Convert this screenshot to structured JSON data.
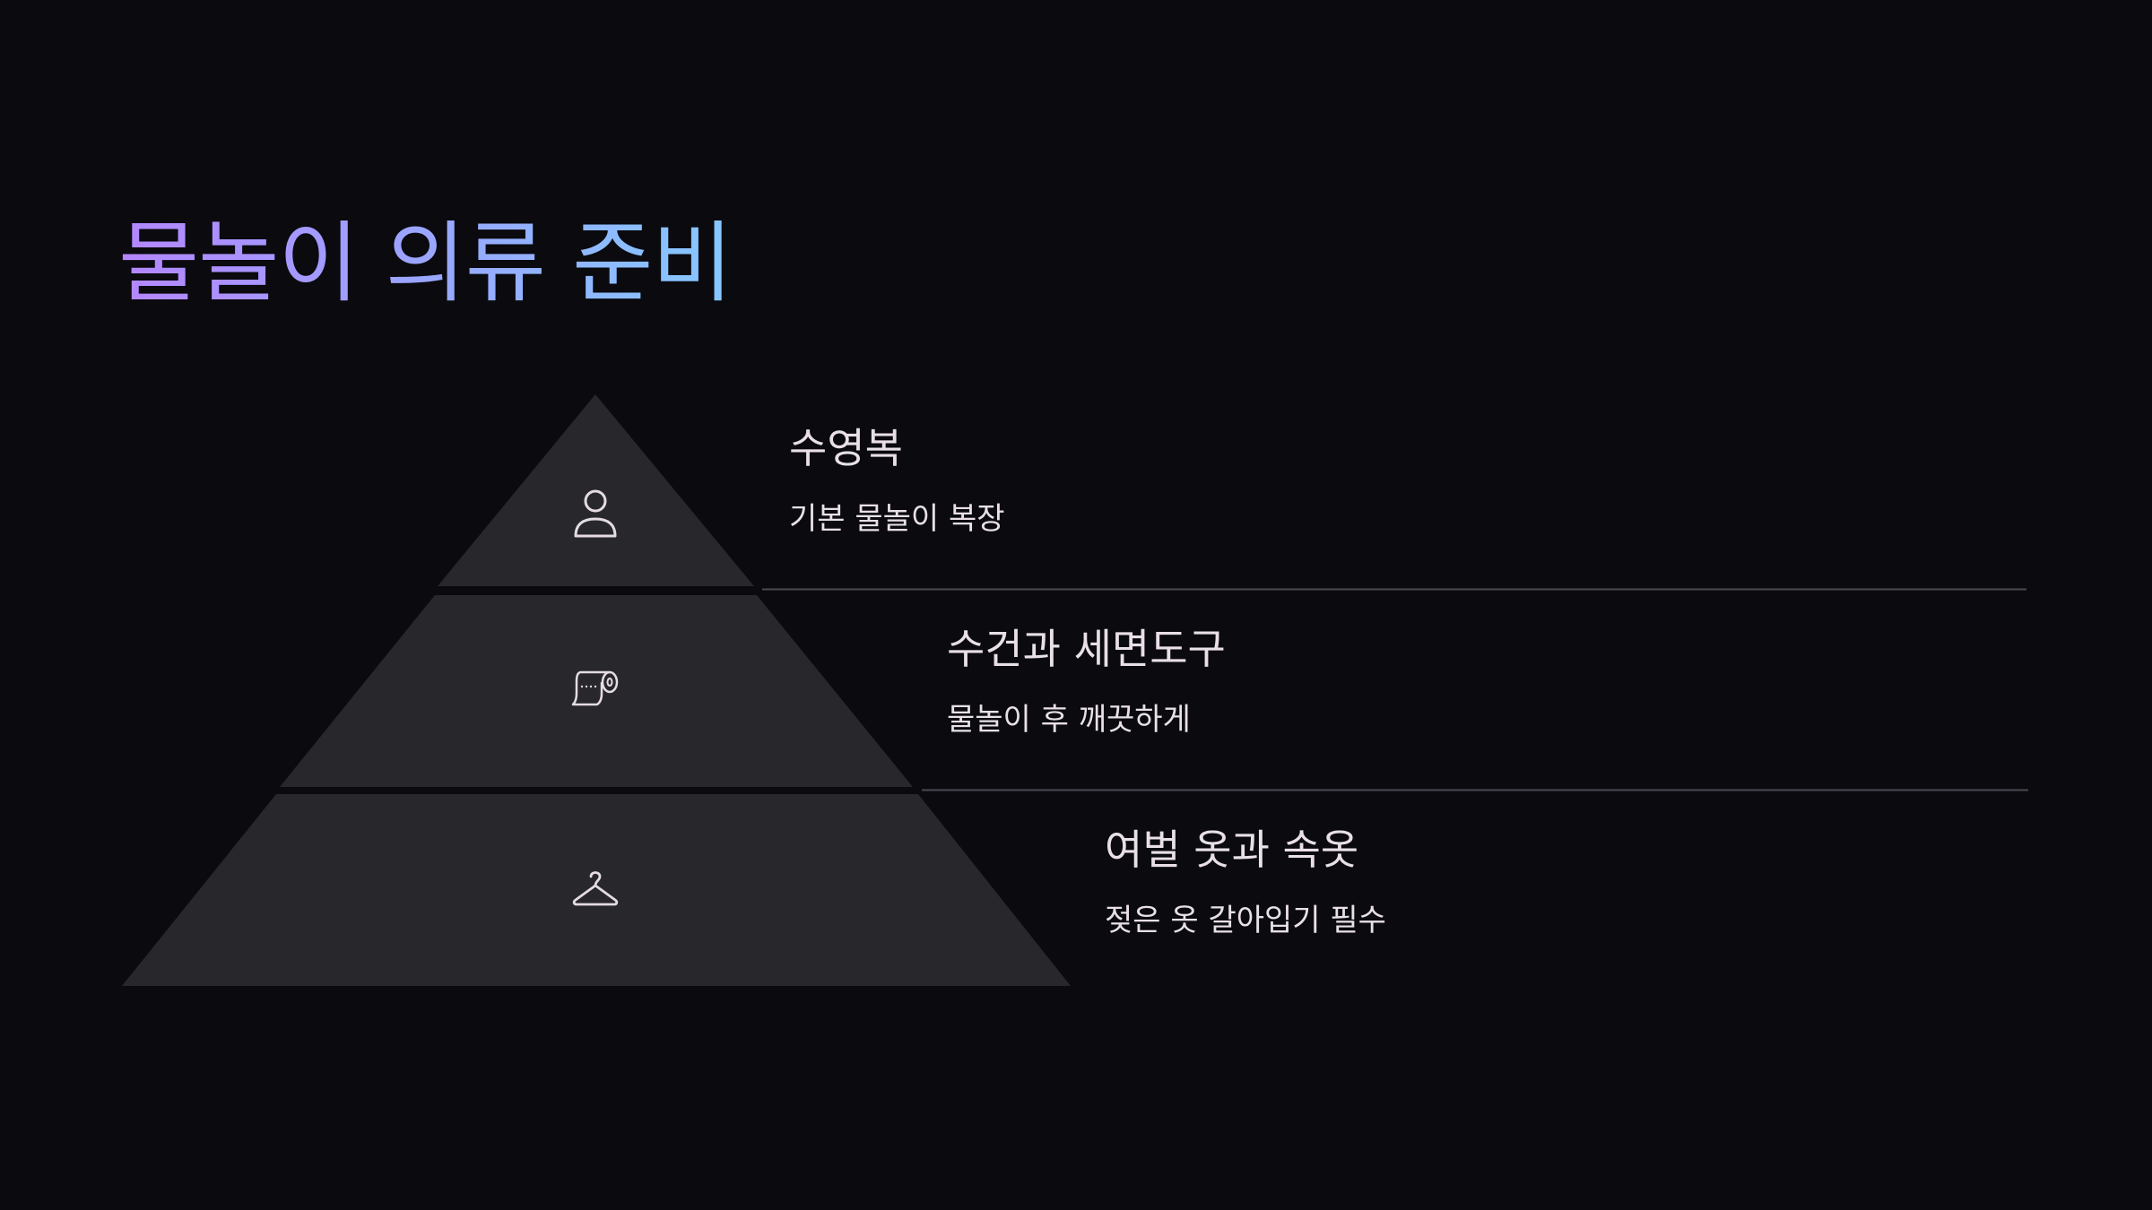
{
  "title": "물놀이 의류 준비",
  "colors": {
    "background": "#0a0a0f",
    "tier_fill": "#27272c",
    "divider": "#4a4a52",
    "text": "#e8e0e6",
    "icon_stroke": "#e4dce2",
    "title_gradient_start": "#b486ff",
    "title_gradient_end": "#86c8ff"
  },
  "tiers": [
    {
      "icon": "person-icon",
      "heading": "수영복",
      "sub": "기본 물놀이 복장"
    },
    {
      "icon": "toilet-paper-roll-icon",
      "heading": "수건과 세면도구",
      "sub": "물놀이 후 깨끗하게"
    },
    {
      "icon": "hanger-icon",
      "heading": "여벌 옷과 속옷",
      "sub": "젖은 옷 갈아입기 필수"
    }
  ]
}
